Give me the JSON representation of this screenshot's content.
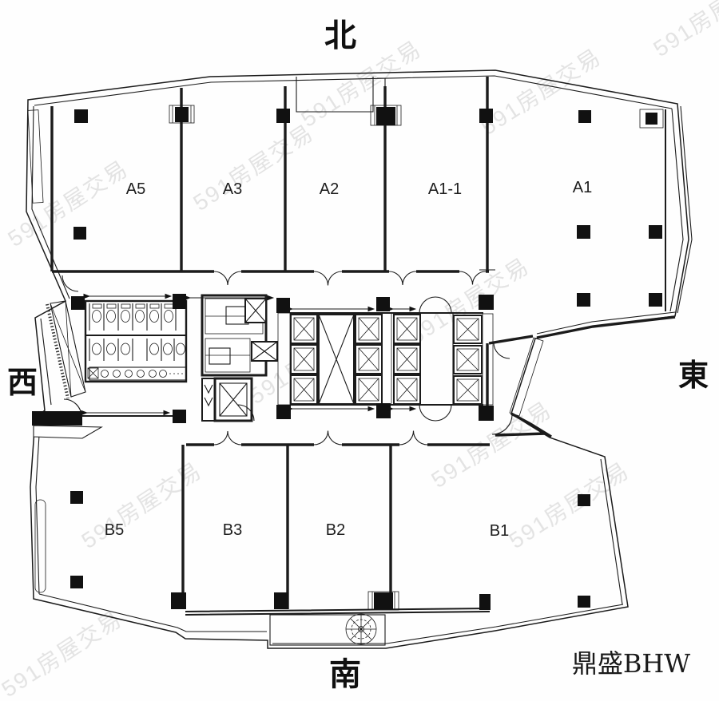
{
  "compass": {
    "north": "北",
    "south": "南",
    "west": "西",
    "east": "東"
  },
  "rooms": {
    "a5": "A5",
    "a3": "A3",
    "a2": "A2",
    "a1_1": "A1-1",
    "a1": "A1",
    "b5": "B5",
    "b3": "B3",
    "b2": "B2",
    "b1": "B1"
  },
  "brand_label": "鼎盛BHW",
  "watermark_text": "591房屋交易",
  "icons": {
    "elevator": "crossed-box",
    "stairs": "tread-hatch",
    "planter": "rosette-circle",
    "window": "ladder-strip"
  },
  "colors": {
    "line": "#1b1b1b",
    "watermark": "#c9c9c9",
    "paper": "#fefefe"
  }
}
